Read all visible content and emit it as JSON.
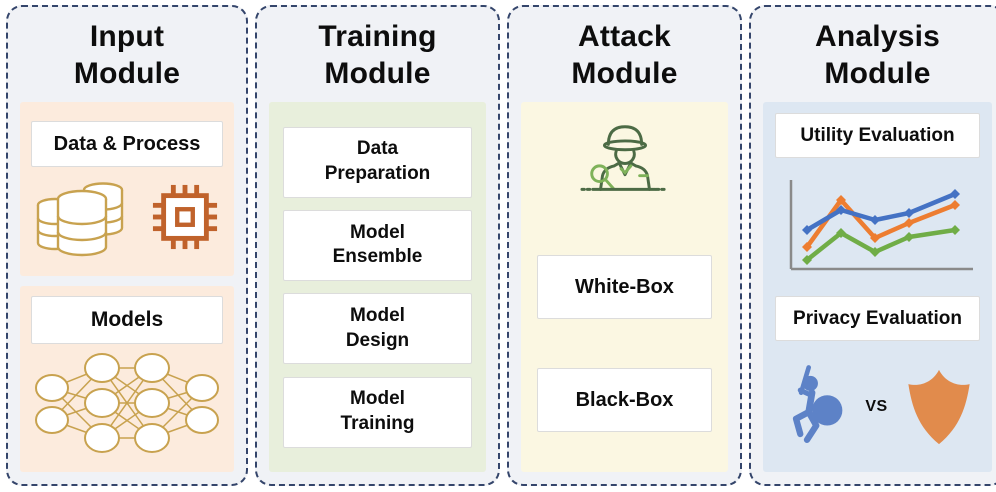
{
  "modules": {
    "input": {
      "title": "Input\nModule",
      "data_process_label": "Data & Process",
      "models_label": "Models"
    },
    "training": {
      "title": "Training\nModule",
      "steps": [
        "Data\nPreparation",
        "Model\nEnsemble",
        "Model\nDesign",
        "Model\nTraining"
      ]
    },
    "attack": {
      "title": "Attack\nModule",
      "white_box_label": "White-Box",
      "black_box_label": "Black-Box"
    },
    "analysis": {
      "title": "Analysis\nModule",
      "utility_label": "Utility Evaluation",
      "privacy_label": "Privacy Evaluation",
      "vs_label": "VS"
    }
  },
  "icons": {
    "input_data": "database-icon",
    "input_process": "processor-chip-icon",
    "input_models": "neural-network-icon",
    "attack": "detective-spy-icon",
    "analysis_utility": "line-chart-icon",
    "analysis_privacy_attacker": "attacker-figure-icon",
    "analysis_privacy_defense": "defense-shield-icon"
  },
  "colors": {
    "text": "#0d0d0d",
    "module_bg": "#f0f2f6",
    "border_navy": "#34456b",
    "peach": "#fcebdd",
    "green": "#e8efdc",
    "cream": "#fbf7e2",
    "blue": "#dde7f2",
    "box_border": "#dcdcdc",
    "gold": "#c8a24f",
    "rust": "#c0622b",
    "det_dark": "#4c6b45",
    "det_light": "#7fb25a",
    "chart_blue": "#4472c4",
    "chart_orange": "#ed7d31",
    "chart_green": "#70ad47",
    "warrior_blue": "#5d82c7",
    "shield_orange": "#e18b4c",
    "axis_gray": "#8a8a8a"
  }
}
